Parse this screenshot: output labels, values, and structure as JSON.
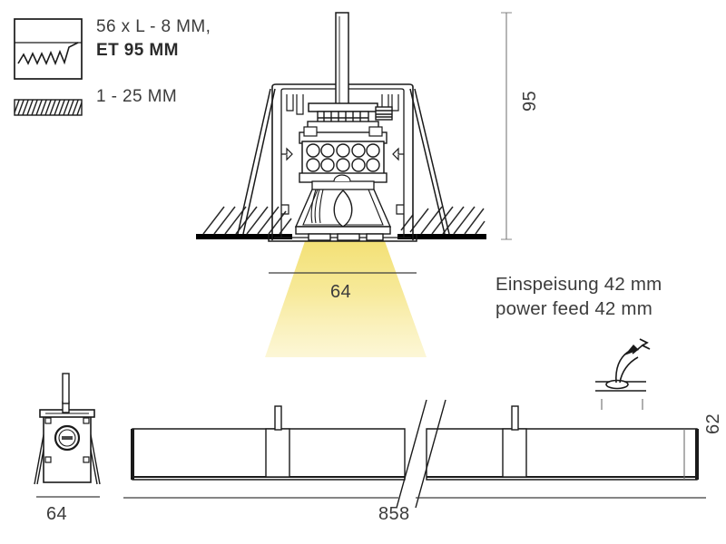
{
  "drawing": {
    "title": "Recessed linear luminaire installation drawing",
    "legend": [
      {
        "icon": "ceiling-cutout-icon",
        "line1": "56 x L - 8 MM,",
        "line2": "ET 95 MM"
      },
      {
        "icon": "ceiling-thickness-hatch-icon",
        "line1": "1 - 25 MM"
      }
    ],
    "notes": [
      "Einspeisung 42 mm",
      "power feed 42 mm"
    ],
    "dimensions": {
      "height_section": "95",
      "width_aperture": "64",
      "height_elevation": "62",
      "width_side_view": "64",
      "length_total": "858"
    },
    "icons": {
      "power_feed": "cable-entry-arrow-icon"
    },
    "colors": {
      "line": "#1a1a1a",
      "text": "#3c3c3c",
      "light_beam": "#f5e27a",
      "ceiling_fill": "#000000"
    }
  }
}
